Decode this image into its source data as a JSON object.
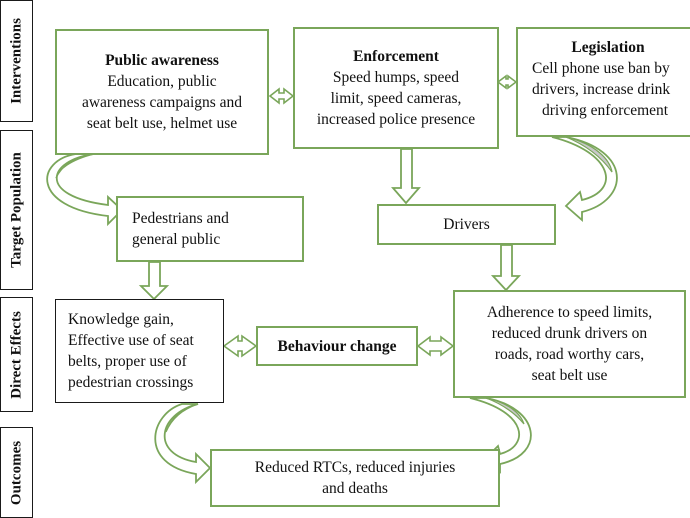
{
  "side_labels": {
    "interventions": "Interventions",
    "target_population": "Target Population",
    "direct_effects": "Direct Effects",
    "outcomes": "Outcomes"
  },
  "boxes": {
    "public_awareness": {
      "title": "Public awareness",
      "lines": [
        "Education, public",
        "awareness campaigns and",
        "seat belt use, helmet use"
      ]
    },
    "enforcement": {
      "title": "Enforcement",
      "lines": [
        "Speed humps, speed",
        "limit, speed cameras,",
        "increased police presence"
      ]
    },
    "legislation": {
      "title": "Legislation",
      "lines": [
        "Cell phone use ban by",
        "drivers, increase drink",
        "driving enforcement"
      ]
    },
    "pedestrians": {
      "lines": [
        "Pedestrians and",
        "general public"
      ]
    },
    "drivers": {
      "lines": [
        "Drivers"
      ]
    },
    "knowledge": {
      "lines": [
        "Knowledge gain,",
        "Effective use of seat",
        "belts, proper use of",
        "pedestrian crossings"
      ]
    },
    "behaviour": {
      "title": "Behaviour change"
    },
    "adherence": {
      "lines": [
        "Adherence to speed limits,",
        "reduced drunk drivers on",
        "roads, road worthy cars,",
        "seat belt use"
      ]
    },
    "outcome": {
      "lines": [
        "Reduced RTCs, reduced injuries",
        "and deaths"
      ]
    }
  },
  "colors": {
    "box_border_green": "#7aa65a",
    "box_border_black": "#1a1a1a",
    "arrow_outline": "#7aa65a",
    "curved_arrow_fill": "#c8c8c8"
  }
}
